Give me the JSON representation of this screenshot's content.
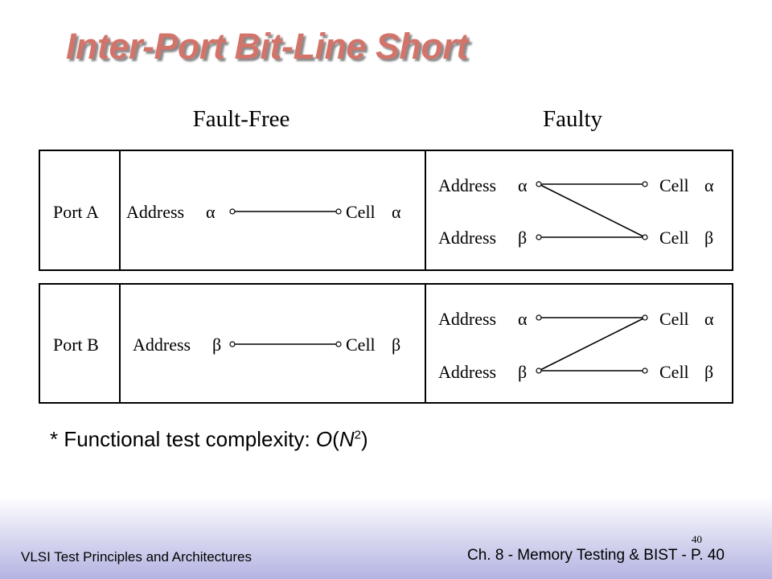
{
  "slide": {
    "title": "Inter-Port Bit-Line Short",
    "bullet": {
      "prefix": "* Functional test complexity: ",
      "func": "O",
      "arg": "N",
      "sup": "2"
    }
  },
  "diagram": {
    "col_fault_free": "Fault-Free",
    "col_faulty": "Faulty",
    "address": "Address",
    "cell": "Cell",
    "alpha": "α",
    "beta": "β",
    "port_a": "Port A",
    "port_b": "Port B"
  },
  "footer": {
    "left": "VLSI Test Principles and Architectures",
    "right": "Ch. 8 - Memory Testing & BIST - P. 40",
    "page_small": "40"
  }
}
